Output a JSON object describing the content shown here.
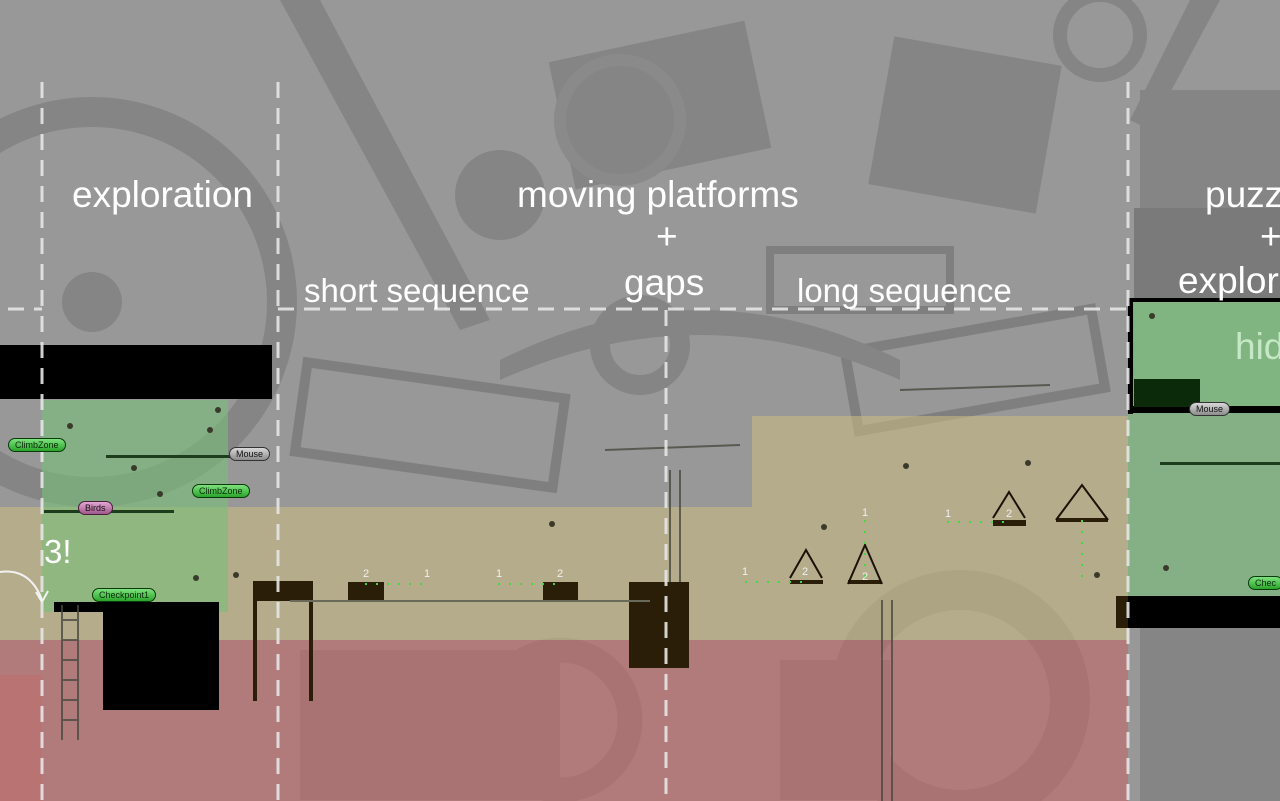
{
  "sections": {
    "exploration": "exploration",
    "moving_platforms": "moving platforms",
    "plus": "+",
    "gaps": "gaps",
    "short_sequence": "short sequence",
    "long_sequence": "long sequence",
    "puzzle": "puzz",
    "plus2": "+",
    "explore": "explor",
    "hidden": "hid"
  },
  "markers": {
    "climbzone_1": "ClimbZone",
    "mouse_1": "Mouse",
    "climbzone_2": "ClimbZone",
    "birds": "Birds",
    "checkpoint1": "Checkpoint1",
    "mouse_2": "Mouse",
    "checkpoint_partial": "Chec"
  },
  "countdown": "3!",
  "platform_numbers": [
    "2",
    "1",
    "1",
    "2",
    "1",
    "2",
    "1",
    "2",
    "1",
    "2"
  ],
  "colors": {
    "background": "#989898",
    "zone_red": "#b06a6a",
    "zone_yellow": "#b8a878",
    "zone_green": "#7ab87a",
    "divider": "#e6e6e6",
    "label": "#ffffff"
  }
}
